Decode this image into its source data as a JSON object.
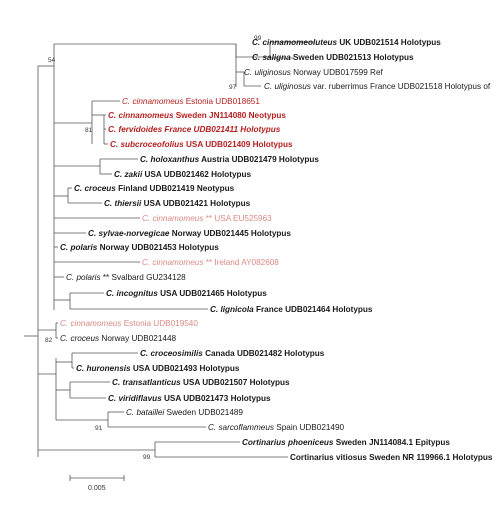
{
  "taxa": [
    {
      "species": "C. cinnamomeoluteus",
      "rest": " UK UDB021514 Holotypus",
      "style": "bold"
    },
    {
      "species": "C. saligna",
      "rest": " Sweden UDB021513 Holotypus",
      "style": "bold"
    },
    {
      "species": "C. uliginosus",
      "rest": " Norway UDB017599 Ref",
      "style": "normal"
    },
    {
      "species": "C. uliginosus",
      "rest": " var. ruberrimus France UDB021518 Holotypus of",
      "style": "normal"
    },
    {
      "species": "C. cinnamomeus",
      "rest": " Estonia UDB018651",
      "style": "red"
    },
    {
      "species": "C. cinnamomeus",
      "rest": " Sweden JN114080 Neotypus",
      "style": "red-bold"
    },
    {
      "species": "C. fervidoides",
      "rest": " France UDB021411 Holotypus",
      "style": "red-bold-italic"
    },
    {
      "species": "C. subcroceofolius",
      "rest": " USA UDB021409 Holotypus",
      "style": "red-bold"
    },
    {
      "species": "C. holoxanthus",
      "rest": " Austria UDB021479 Holotypus",
      "style": "bold"
    },
    {
      "species": "C. zakii",
      "rest": " USA UDB021462 Holotypus",
      "style": "bold"
    },
    {
      "species": "C. croceus",
      "rest": " Finland UDB021419 Neotypus",
      "style": "bold"
    },
    {
      "species": "C. thiersii",
      "rest": " USA UDB021421 Holotypus",
      "style": "bold"
    },
    {
      "species": "C. cinnamomeus",
      "rest": " ** USA EU525963",
      "style": "pink"
    },
    {
      "species": "C. sylvae-norvegicae",
      "rest": " Norway UDB021445 Holotypus",
      "style": "bold"
    },
    {
      "species": "C. polaris",
      "rest": " Norway UDB021453 Holotypus",
      "style": "bold"
    },
    {
      "species": "C. cinnamomeus",
      "rest": " ** Ireland AY082608",
      "style": "pink"
    },
    {
      "species": "C. polaris",
      "rest": " ** Svalbard GU234128",
      "style": "normal"
    },
    {
      "species": "C. incognitus",
      "rest": " USA UDB021465 Holotypus",
      "style": "bold"
    },
    {
      "species": "C. lignicola",
      "rest": " France UDB021464 Holotypus",
      "style": "bold"
    },
    {
      "species": "C. cinnamomeus",
      "rest": " Estonia UDB019540",
      "style": "pink"
    },
    {
      "species": "C. croceus",
      "rest": " Norway UDB021448",
      "style": "normal"
    },
    {
      "species": "C. croceosimilis",
      "rest": " Canada UDB021482 Holotypus",
      "style": "bold"
    },
    {
      "species": "C. huronensis",
      "rest": " USA UDB021493 Holotypus",
      "style": "bold"
    },
    {
      "species": "C. transatlanticus",
      "rest": " USA UDB021507 Holotypus",
      "style": "bold"
    },
    {
      "species": "C. viridiflavus",
      "rest": " USA UDB021473 Holotypus",
      "style": "bold"
    },
    {
      "species": "C. bataillei",
      "rest": " Sweden UDB021489",
      "style": "normal"
    },
    {
      "species": "C. sarcoflammeus",
      "rest": " Spain UDB021490",
      "style": "normal"
    },
    {
      "species": "Cortinarius phoeniceus",
      "rest": " Sweden JN114084.1 Epitypus",
      "style": "bold"
    },
    {
      "species": "",
      "rest": "Cortinarius vitiosus Sweden NR 119966.1 Holotypus",
      "style": "bold"
    }
  ],
  "bootstrap": [
    {
      "value": "99",
      "node": "cinnamomeoluteus-saligna"
    },
    {
      "value": "54",
      "node": "upper-clade"
    },
    {
      "value": "97",
      "node": "uliginosus-pair"
    },
    {
      "value": "81",
      "node": "cinnamomeus-clade"
    },
    {
      "value": "82",
      "node": "estonia-norway-pair"
    },
    {
      "value": "91",
      "node": "bataillei-sarcoflammeus"
    },
    {
      "value": "99",
      "node": "outgroup-pair"
    }
  ],
  "scale_bar": {
    "label": "0.005"
  }
}
